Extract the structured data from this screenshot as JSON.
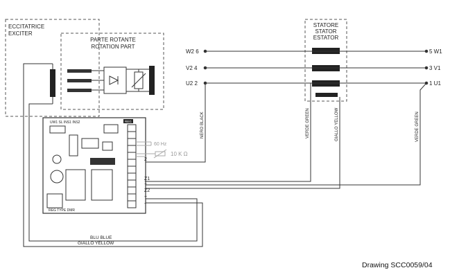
{
  "exciter": {
    "line1": "ECCITATRICE",
    "line2": "EXCITER"
  },
  "rotating_part": {
    "line1": "PARTE ROTANTE",
    "line2": "ROTATION PART"
  },
  "stator": {
    "line1": "STATORE",
    "line2": "STATOR",
    "line3": "ESTATOR"
  },
  "terminals_left": [
    "W2 6",
    "V2 4",
    "U2 2"
  ],
  "terminals_right": [
    "5  W1",
    "3  V1",
    "1  U1"
  ],
  "wires": {
    "nero_black": "NERO BLACK",
    "verde_green_1": "VERDE GREEN",
    "giallo_yellow_v": "GIALLO YELLOW",
    "verde_green_2": "VERDE GREEN",
    "blu_blue": "BLU BLUE",
    "giallo_yellow_h": "GIALLO YELLOW"
  },
  "regulator": {
    "top_labels": "UW1  SL  INS1  INS2",
    "freq": "60 Hz",
    "pot": "10 K Ω",
    "bottom_label": "REG  TYPE  DMR",
    "connector_label": "REG",
    "pins": [
      "2",
      "Z1",
      "1",
      "Z2",
      "+",
      "-"
    ]
  },
  "drawing_id": "Drawing SCC0059/04"
}
